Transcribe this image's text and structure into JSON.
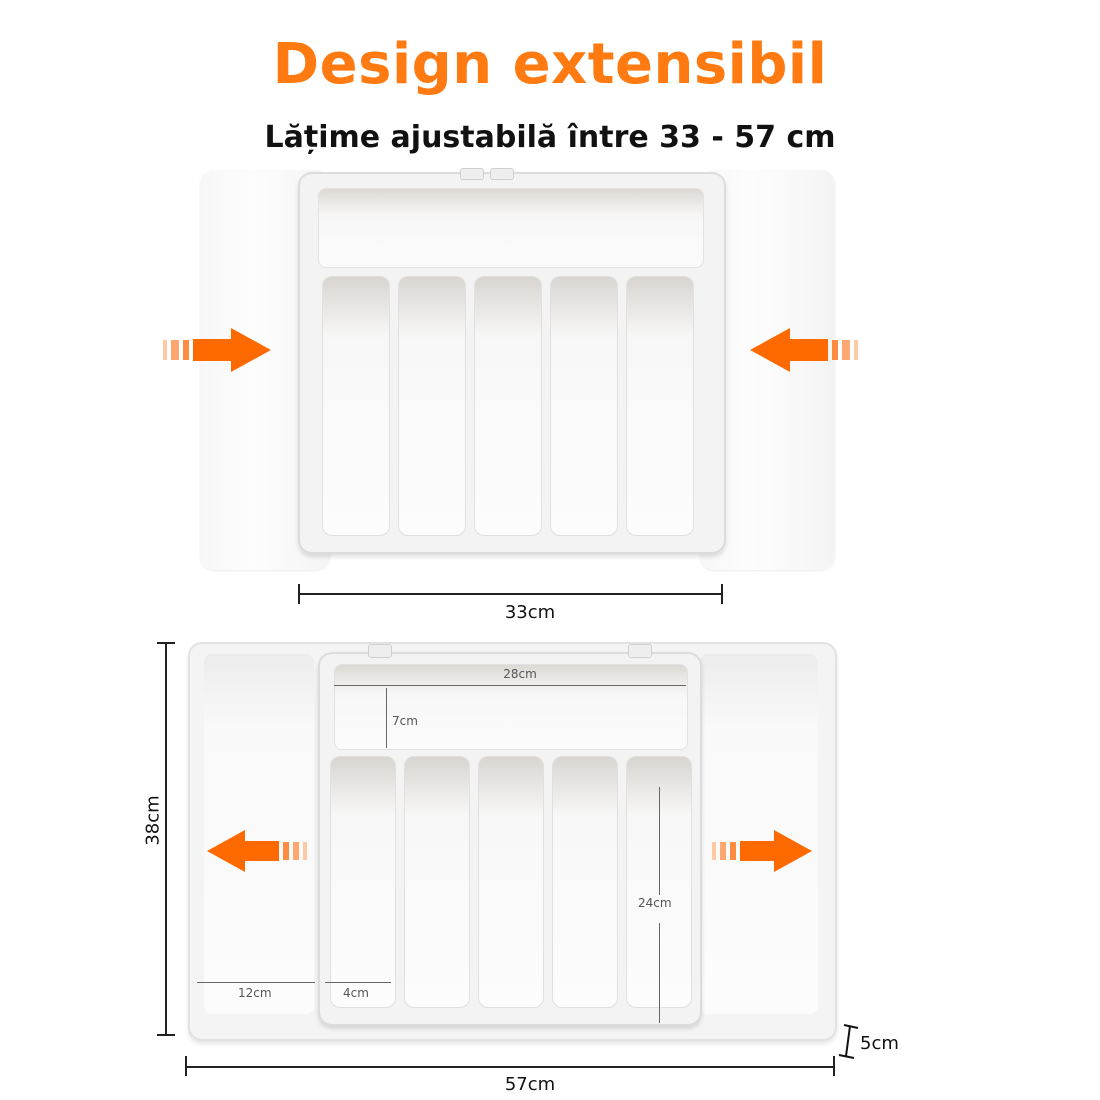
{
  "header": {
    "title": "Design extensibil",
    "subtitle": "Lățime ajustabilă între 33 - 57 cm"
  },
  "colors": {
    "accent": "#ff7a10",
    "arrow": "#ff6a00",
    "arrow_trail": "#ff9a55",
    "text": "#111111"
  },
  "top_figure": {
    "state": "collapsed",
    "arrows": [
      "arrow-right-icon",
      "arrow-left-icon"
    ],
    "slots": 5,
    "width_label": "33cm"
  },
  "bottom_figure": {
    "state": "extended",
    "arrows": [
      "arrow-left-icon",
      "arrow-right-icon"
    ],
    "slots": 5,
    "labels": {
      "top_compartment_width": "28cm",
      "top_compartment_depth": "7cm",
      "slot_length": "24cm",
      "side_width": "12cm",
      "slot_width": "4cm",
      "depth": "38cm",
      "height": "5cm",
      "total_width": "57cm"
    }
  }
}
